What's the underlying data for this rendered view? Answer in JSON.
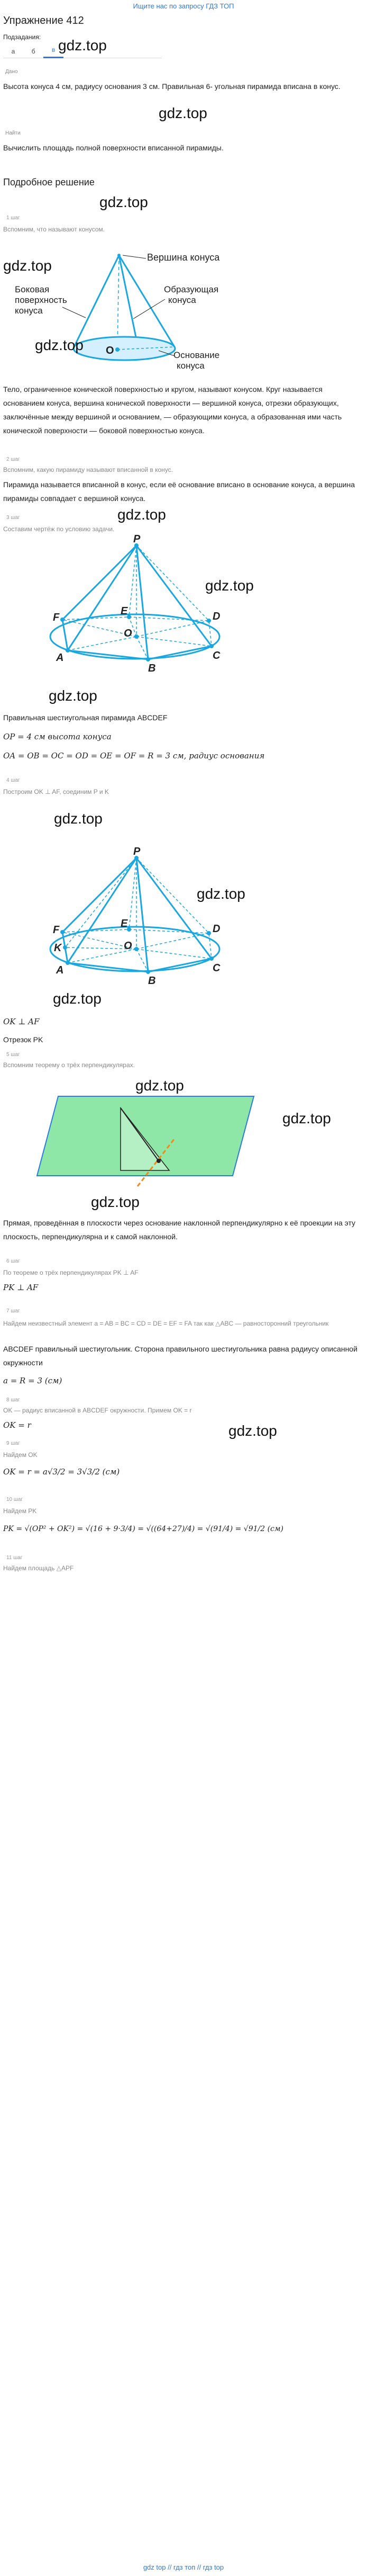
{
  "top_link": "Ищите нас по запросу ГДЗ ТОП",
  "title": "Упражнение 412",
  "subtasks_label": "Подзадания:",
  "subtasks": [
    "а",
    "б",
    "в"
  ],
  "watermark": "gdz.top",
  "given_chip": "Дано",
  "given_text": "Высота конуса 4 см, радиусу основания 3 см. Правильная 6- угольная пирамида вписана в конус.",
  "find_chip": "Найти",
  "find_text": "Вычислить площадь полной поверхности вписанной пирамиды.",
  "solution_title": "Подробное решение",
  "steps": {
    "s1": "1 шаг",
    "s2": "2 шаг",
    "s3": "3 шаг",
    "s4": "4 шаг",
    "s5": "5 шаг",
    "s6": "6 шаг",
    "s7": "7 шаг",
    "s8": "8 шаг",
    "s9": "9 шаг",
    "s10": "10 шаг",
    "s11": "11 шаг"
  },
  "step1_text": "Вспомним, что называют конусом.",
  "cone1_labels": {
    "apex": "Вершина конуса",
    "lateral": [
      "Боковая",
      "поверхность",
      "конуса"
    ],
    "generatrix": [
      "Образующая",
      "конуса"
    ],
    "base": [
      "Основание",
      "конуса"
    ],
    "center": "O"
  },
  "cone_definition": "Тело, ограниченное конической поверхностью и кругом, называют конусом. Круг называется основанием конуса, вершина конической поверхности — вершиной конуса, отрезки образующих, заключённые между вершиной и основанием, — образующими конуса, а образованная ими часть конической поверхности — боковой поверхностью конуса.",
  "step2_text": "Вспомним, какую пирамиду называют вписанной в конус.",
  "inscribed_definition": "Пирамида называется вписанной в конус, если её основание вписано в основание конуса, а вершина пирамиды совпадает с вершиной конуса.",
  "step3_text": "Составим чертёж по условию задачи.",
  "pyr_labels": {
    "P": "P",
    "F": "F",
    "E": "E",
    "D": "D",
    "O": "O",
    "A": "A",
    "B": "B",
    "C": "C",
    "K": "K"
  },
  "pyramid_line": "Правильная шестиугольная пирамида ABCDEF",
  "height_line": "OP = 4 см высота конуса",
  "radius_line": "OA = OB = OC = OD = OE = OF = R = 3 см, радиус основания",
  "step4_text": "Построим OK ⊥ AF, соединим P и K",
  "perp_line": "OK ⊥ AF",
  "segment_line": "Отрезок PK",
  "step5_text": "Вспомним теорему о трёх перпендикулярах.",
  "three_perp_text": "Прямая, проведённая в плоскости через основание наклонной перпендикулярно к её проекции на эту плоскость, перпендикулярна и к самой наклонной.",
  "step6_text": "По теореме о трёх перпендикулярах PK ⊥ AF",
  "step6_formula": "PK ⊥ AF",
  "step7_text": "Найдем неизвестный элемент a = AB = BC = CD = DE = EF = FA так как △ABC — равносторонний треугольник",
  "step7_para": "ABCDEF правильный шестиугольник. Сторона правильного шестиугольника равна радиусу описанной окружности",
  "step7_formula": "a = R = 3 (см)",
  "step8_text": "OK — радиус вписанной в ABCDEF окружности. Примем OK = r",
  "step8_formula": "OK = r",
  "step9_text": "Найдем OK",
  "step9_formula": "OK = r = a√3/2 = 3√3/2 (см)",
  "step10_text": "Найдем PK",
  "step10_formula": "PK = √(OP² + OK²) = √(16 + 9·3/4) = √((64+27)/4) = √(91/4) = √91/2 (см)",
  "step11_text": "Найдем площадь △APF",
  "footer": "gdz top // гдз топ // гдз top",
  "colors": {
    "accent": "#2a7ae2",
    "cone": "#1aa7e0",
    "plane": "#8ee7a6"
  }
}
